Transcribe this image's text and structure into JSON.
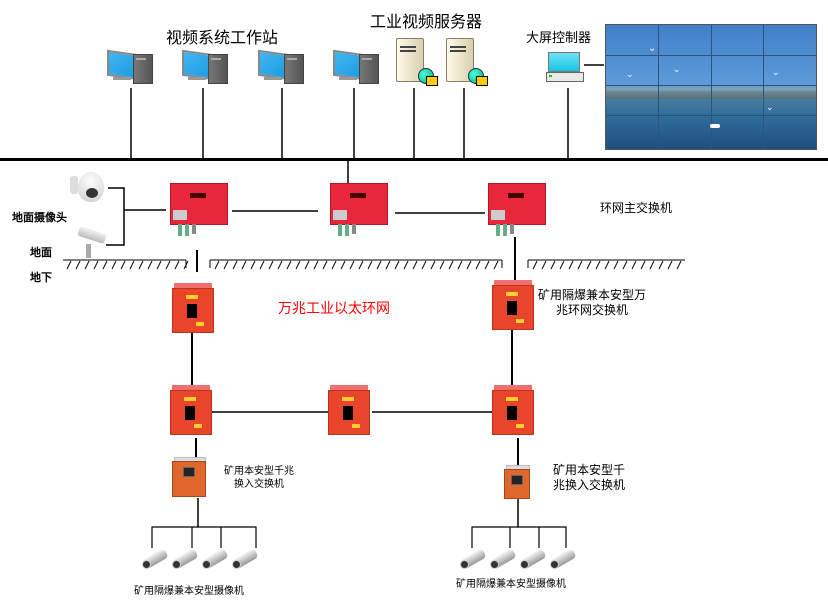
{
  "labels": {
    "workstations": "视频系统工作站",
    "servers": "工业视频服务器",
    "screen_controller": "大屏控制器",
    "ground_camera": "地面摄像头",
    "ground": "地面",
    "underground": "地下",
    "ring_main_switch": "环网主交换机",
    "ring_network": "万兆工业以太环网",
    "mine_ring_switch_line1": "矿用隔爆兼本安型万",
    "mine_ring_switch_line2": "兆环网交换机",
    "access_switch_left_line1": "矿用本安型千兆",
    "access_switch_left_line2": "换入交换机",
    "access_switch_right_line1": "矿用本安型千",
    "access_switch_right_line2": "兆换入交换机",
    "mine_cameras_left": "矿用隔爆兼本安型摄像机",
    "mine_cameras_right": "矿用隔爆兼本安型摄像机"
  },
  "colors": {
    "ring_label": "#ff0000",
    "switch_red": "#e8283a",
    "mine_switch": "#e8452a",
    "access_switch": "#e0662c",
    "monitor_blue": "#1a9be0"
  },
  "nodes": {
    "workstations": [
      "workstation",
      "workstation",
      "workstation",
      "workstation"
    ],
    "servers": [
      "server",
      "server"
    ],
    "ring_main_switches": [
      "ring-switch",
      "ring-switch",
      "ring-switch"
    ],
    "mine_ring_switches": [
      "mine-switch",
      "mine-switch",
      "mine-switch",
      "mine-switch",
      "mine-switch"
    ],
    "access_switches": [
      "access-switch",
      "access-switch"
    ],
    "camera_groups": [
      4,
      4
    ]
  }
}
